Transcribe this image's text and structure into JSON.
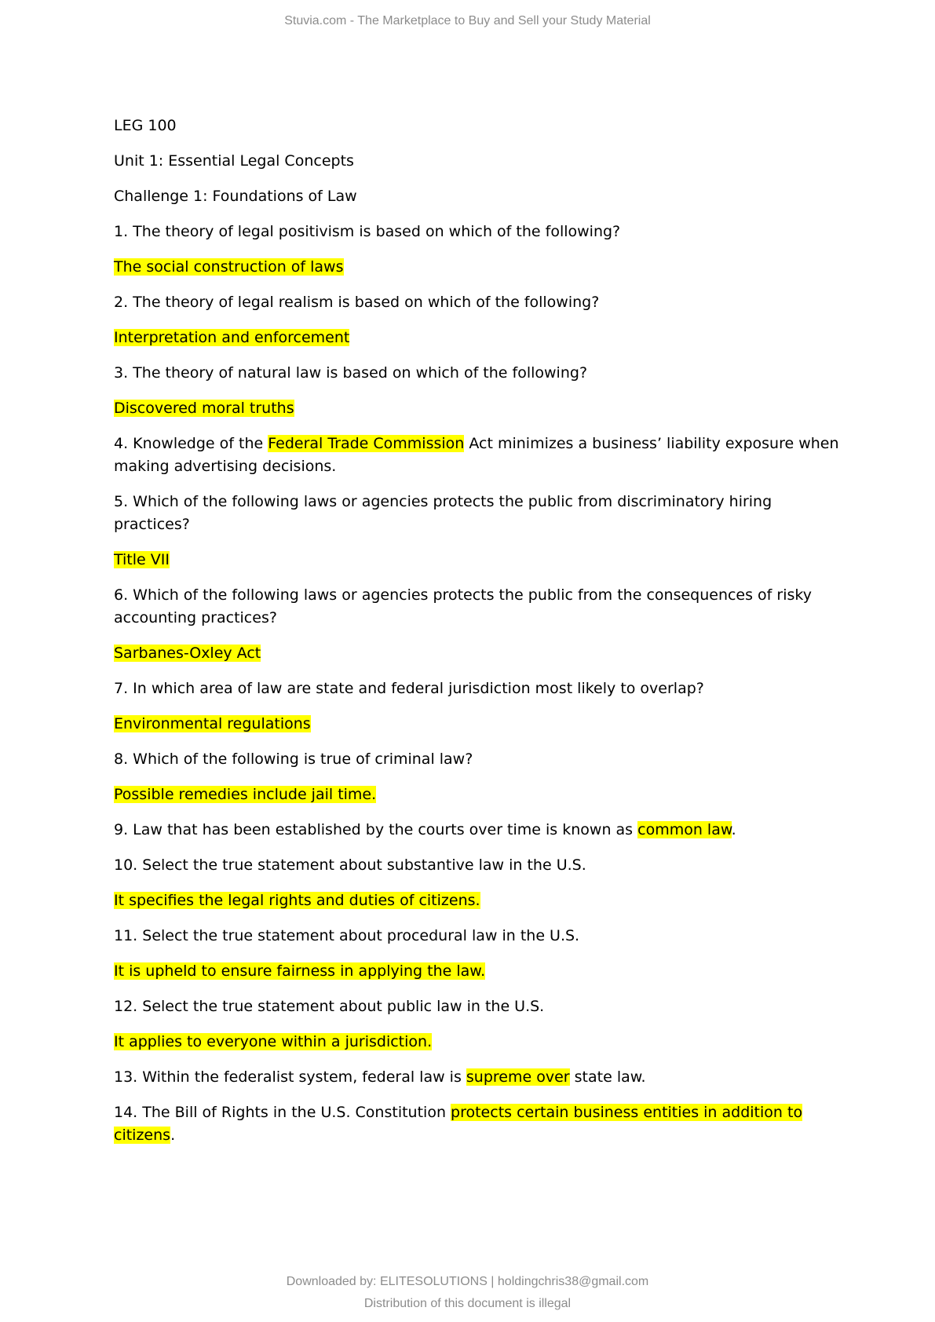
{
  "header": "Stuvia.com - The Marketplace to Buy and Sell your Study Material",
  "lines": [
    [
      {
        "t": "LEG 100"
      }
    ],
    [
      {
        "t": "Unit 1: Essential Legal Concepts"
      }
    ],
    [
      {
        "t": "Challenge 1: Foundations of Law"
      }
    ],
    [
      {
        "t": "1. The theory of legal positivism is based on which of the following?"
      }
    ],
    [
      {
        "t": "The social construction of laws",
        "h": true
      }
    ],
    [
      {
        "t": "2. The theory of legal realism is based on which of the following?"
      }
    ],
    [
      {
        "t": "Interpretation and enforcement",
        "h": true
      }
    ],
    [
      {
        "t": "3. The theory of natural law is based on which of the following?"
      }
    ],
    [
      {
        "t": "Discovered moral truths",
        "h": true
      }
    ],
    [
      {
        "t": "4. Knowledge of the "
      },
      {
        "t": "Federal Trade Commission",
        "h": true
      },
      {
        "t": " Act minimizes a business’ liability exposure when making advertising decisions."
      }
    ],
    [
      {
        "t": "5. Which of the following laws or agencies protects the public from discriminatory hiring practices?"
      }
    ],
    [
      {
        "t": "Title VII",
        "h": true
      }
    ],
    [
      {
        "t": "6. Which of the following laws or agencies protects the public from the consequences of risky accounting practices?"
      }
    ],
    [
      {
        "t": "Sarbanes-Oxley Act",
        "h": true
      }
    ],
    [
      {
        "t": "7. In which area of law are state and federal jurisdiction most likely to overlap?"
      }
    ],
    [
      {
        "t": "Environmental regulations",
        "h": true
      }
    ],
    [
      {
        "t": "8. Which of the following is true of criminal law?"
      }
    ],
    [
      {
        "t": "Possible remedies include jail time.",
        "h": true
      }
    ],
    [
      {
        "t": "9. Law that has been established by the courts over time is known as "
      },
      {
        "t": "common law",
        "h": true
      },
      {
        "t": "."
      }
    ],
    [
      {
        "t": "10. Select the true statement about substantive law in the U.S."
      }
    ],
    [
      {
        "t": "It specifies the legal rights and duties of citizens.",
        "h": true
      }
    ],
    [
      {
        "t": "11. Select the true statement about procedural law in the U.S."
      }
    ],
    [
      {
        "t": "It is upheld to ensure fairness in applying the law.",
        "h": true
      }
    ],
    [
      {
        "t": "12. Select the true statement about public law in the U.S."
      }
    ],
    [
      {
        "t": "It applies to everyone within a jurisdiction.",
        "h": true
      }
    ],
    [
      {
        "t": "13. Within the federalist system, federal law is "
      },
      {
        "t": "supreme over",
        "h": true
      },
      {
        "t": " state law."
      }
    ],
    [
      {
        "t": "14. The Bill of Rights in the U.S. Constitution "
      },
      {
        "t": "protects certain business entities in addition to citizens",
        "h": true
      },
      {
        "t": "."
      }
    ]
  ],
  "footer": {
    "downloaded": "Downloaded by: ELITESOLUTIONS | holdingchris38@gmail.com",
    "notice": "Distribution of this document is illegal"
  },
  "colors": {
    "highlight": "#ffff00",
    "watermark_text": "#8c8c8c"
  }
}
